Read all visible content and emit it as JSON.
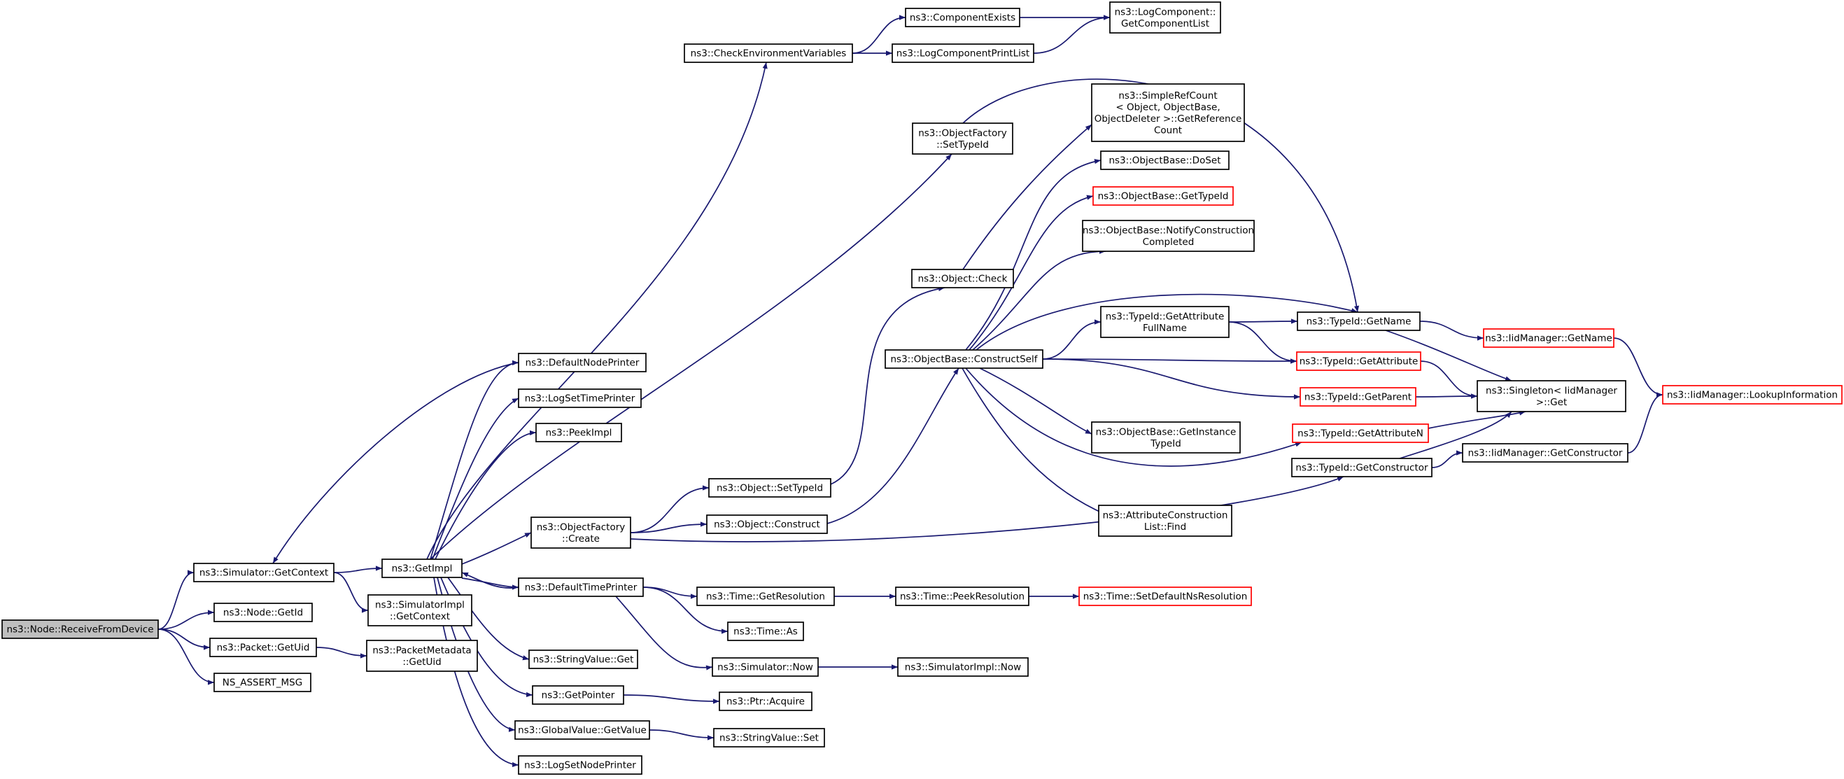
{
  "graph": {
    "nodes": [
      {
        "id": "n1",
        "lines": [
          "ns3::Node::ReceiveFromDevice"
        ],
        "style": "root"
      },
      {
        "id": "n2",
        "lines": [
          "ns3::Simulator::GetContext"
        ]
      },
      {
        "id": "n3",
        "lines": [
          "ns3::Node::GetId"
        ]
      },
      {
        "id": "n4",
        "lines": [
          "ns3::Packet::GetUid"
        ]
      },
      {
        "id": "n5",
        "lines": [
          "NS_ASSERT_MSG"
        ]
      },
      {
        "id": "n6",
        "lines": [
          "ns3::GetImpl"
        ]
      },
      {
        "id": "n7",
        "lines": [
          "ns3::SimulatorImpl",
          "::GetContext"
        ]
      },
      {
        "id": "n8",
        "lines": [
          "ns3::PacketMetadata",
          "::GetUid"
        ]
      },
      {
        "id": "n9",
        "lines": [
          "ns3::DefaultNodePrinter"
        ]
      },
      {
        "id": "n10",
        "lines": [
          "ns3::LogSetTimePrinter"
        ]
      },
      {
        "id": "n11",
        "lines": [
          "ns3::PeekImpl"
        ]
      },
      {
        "id": "n12",
        "lines": [
          "ns3::ObjectFactory",
          "::Create"
        ]
      },
      {
        "id": "n13",
        "lines": [
          "ns3::DefaultTimePrinter"
        ]
      },
      {
        "id": "n14",
        "lines": [
          "ns3::StringValue::Get"
        ]
      },
      {
        "id": "n15",
        "lines": [
          "ns3::GetPointer"
        ]
      },
      {
        "id": "n16",
        "lines": [
          "ns3::GlobalValue::GetValue"
        ]
      },
      {
        "id": "n17",
        "lines": [
          "ns3::LogSetNodePrinter"
        ]
      },
      {
        "id": "n18",
        "lines": [
          "ns3::CheckEnvironmentVariables"
        ]
      },
      {
        "id": "n19",
        "lines": [
          "ns3::ComponentExists"
        ]
      },
      {
        "id": "n20",
        "lines": [
          "ns3::LogComponentPrintList"
        ]
      },
      {
        "id": "n21",
        "lines": [
          "ns3::LogComponent::",
          "GetComponentList"
        ]
      },
      {
        "id": "n22",
        "lines": [
          "ns3::ObjectFactory",
          "::SetTypeId"
        ]
      },
      {
        "id": "n23",
        "lines": [
          "ns3::Object::SetTypeId"
        ]
      },
      {
        "id": "n24",
        "lines": [
          "ns3::Object::Construct"
        ]
      },
      {
        "id": "n25",
        "lines": [
          "ns3::Time::GetResolution"
        ]
      },
      {
        "id": "n26",
        "lines": [
          "ns3::Time::As"
        ]
      },
      {
        "id": "n27",
        "lines": [
          "ns3::Simulator::Now"
        ]
      },
      {
        "id": "n28",
        "lines": [
          "ns3::Ptr::Acquire"
        ]
      },
      {
        "id": "n29",
        "lines": [
          "ns3::StringValue::Set"
        ]
      },
      {
        "id": "n30",
        "lines": [
          "ns3::Object::Check"
        ]
      },
      {
        "id": "n31",
        "lines": [
          "ns3::ObjectBase::ConstructSelf"
        ]
      },
      {
        "id": "n32",
        "lines": [
          "ns3::Time::PeekResolution"
        ]
      },
      {
        "id": "n33",
        "lines": [
          "ns3::SimulatorImpl::Now"
        ]
      },
      {
        "id": "n34",
        "lines": [
          "ns3::SimpleRefCount",
          "< Object, ObjectBase,",
          "ObjectDeleter >::GetReference",
          "Count"
        ]
      },
      {
        "id": "n35",
        "lines": [
          "ns3::ObjectBase::DoSet"
        ]
      },
      {
        "id": "n36",
        "lines": [
          "ns3::ObjectBase::GetTypeId"
        ],
        "style": "red"
      },
      {
        "id": "n37",
        "lines": [
          "ns3::ObjectBase::NotifyConstruction",
          "Completed"
        ]
      },
      {
        "id": "n38",
        "lines": [
          "ns3::TypeId::GetAttribute",
          "FullName"
        ]
      },
      {
        "id": "n39",
        "lines": [
          "ns3::ObjectBase::GetInstance",
          "TypeId"
        ]
      },
      {
        "id": "n40",
        "lines": [
          "ns3::AttributeConstruction",
          "List::Find"
        ]
      },
      {
        "id": "n41",
        "lines": [
          "ns3::Time::SetDefaultNsResolution"
        ],
        "style": "red"
      },
      {
        "id": "n42",
        "lines": [
          "ns3::TypeId::GetName"
        ]
      },
      {
        "id": "n43",
        "lines": [
          "ns3::TypeId::GetAttribute"
        ],
        "style": "red"
      },
      {
        "id": "n44",
        "lines": [
          "ns3::TypeId::GetParent"
        ],
        "style": "red"
      },
      {
        "id": "n45",
        "lines": [
          "ns3::TypeId::GetAttributeN"
        ],
        "style": "red"
      },
      {
        "id": "n46",
        "lines": [
          "ns3::TypeId::GetConstructor"
        ]
      },
      {
        "id": "n47",
        "lines": [
          "ns3::IidManager::GetName"
        ],
        "style": "red"
      },
      {
        "id": "n48",
        "lines": [
          "ns3::Singleton< IidManager",
          "  >::Get"
        ]
      },
      {
        "id": "n49",
        "lines": [
          "ns3::IidManager::GetConstructor"
        ]
      },
      {
        "id": "n50",
        "lines": [
          "ns3::IidManager::LookupInformation"
        ],
        "style": "red"
      }
    ],
    "edges": [
      [
        "n1",
        "n2"
      ],
      [
        "n1",
        "n3"
      ],
      [
        "n1",
        "n4"
      ],
      [
        "n1",
        "n5"
      ],
      [
        "n2",
        "n6"
      ],
      [
        "n2",
        "n7"
      ],
      [
        "n4",
        "n8"
      ],
      [
        "n6",
        "n9"
      ],
      [
        "n6",
        "n10"
      ],
      [
        "n6",
        "n11"
      ],
      [
        "n6",
        "n12"
      ],
      [
        "n6",
        "n13"
      ],
      [
        "n6",
        "n14"
      ],
      [
        "n6",
        "n15"
      ],
      [
        "n6",
        "n16"
      ],
      [
        "n6",
        "n17"
      ],
      [
        "n6",
        "n18"
      ],
      [
        "n6",
        "n22"
      ],
      [
        "n9",
        "n2"
      ],
      [
        "n13",
        "n6"
      ],
      [
        "n18",
        "n19"
      ],
      [
        "n18",
        "n20"
      ],
      [
        "n19",
        "n21"
      ],
      [
        "n20",
        "n21"
      ],
      [
        "n12",
        "n23"
      ],
      [
        "n12",
        "n24"
      ],
      [
        "n12",
        "n46"
      ],
      [
        "n22",
        "n42"
      ],
      [
        "n23",
        "n30"
      ],
      [
        "n30",
        "n34"
      ],
      [
        "n24",
        "n31"
      ],
      [
        "n31",
        "n35"
      ],
      [
        "n31",
        "n36"
      ],
      [
        "n31",
        "n37"
      ],
      [
        "n31",
        "n38"
      ],
      [
        "n31",
        "n42"
      ],
      [
        "n31",
        "n43"
      ],
      [
        "n31",
        "n44"
      ],
      [
        "n31",
        "n39"
      ],
      [
        "n31",
        "n45"
      ],
      [
        "n31",
        "n40"
      ],
      [
        "n38",
        "n42"
      ],
      [
        "n38",
        "n43"
      ],
      [
        "n42",
        "n47"
      ],
      [
        "n42",
        "n48"
      ],
      [
        "n43",
        "n48"
      ],
      [
        "n44",
        "n48"
      ],
      [
        "n45",
        "n48"
      ],
      [
        "n46",
        "n49"
      ],
      [
        "n46",
        "n48"
      ],
      [
        "n47",
        "n50"
      ],
      [
        "n49",
        "n50"
      ],
      [
        "n13",
        "n25"
      ],
      [
        "n13",
        "n26"
      ],
      [
        "n13",
        "n27"
      ],
      [
        "n25",
        "n32"
      ],
      [
        "n32",
        "n41"
      ],
      [
        "n27",
        "n33"
      ],
      [
        "n15",
        "n28"
      ],
      [
        "n16",
        "n29"
      ]
    ]
  }
}
